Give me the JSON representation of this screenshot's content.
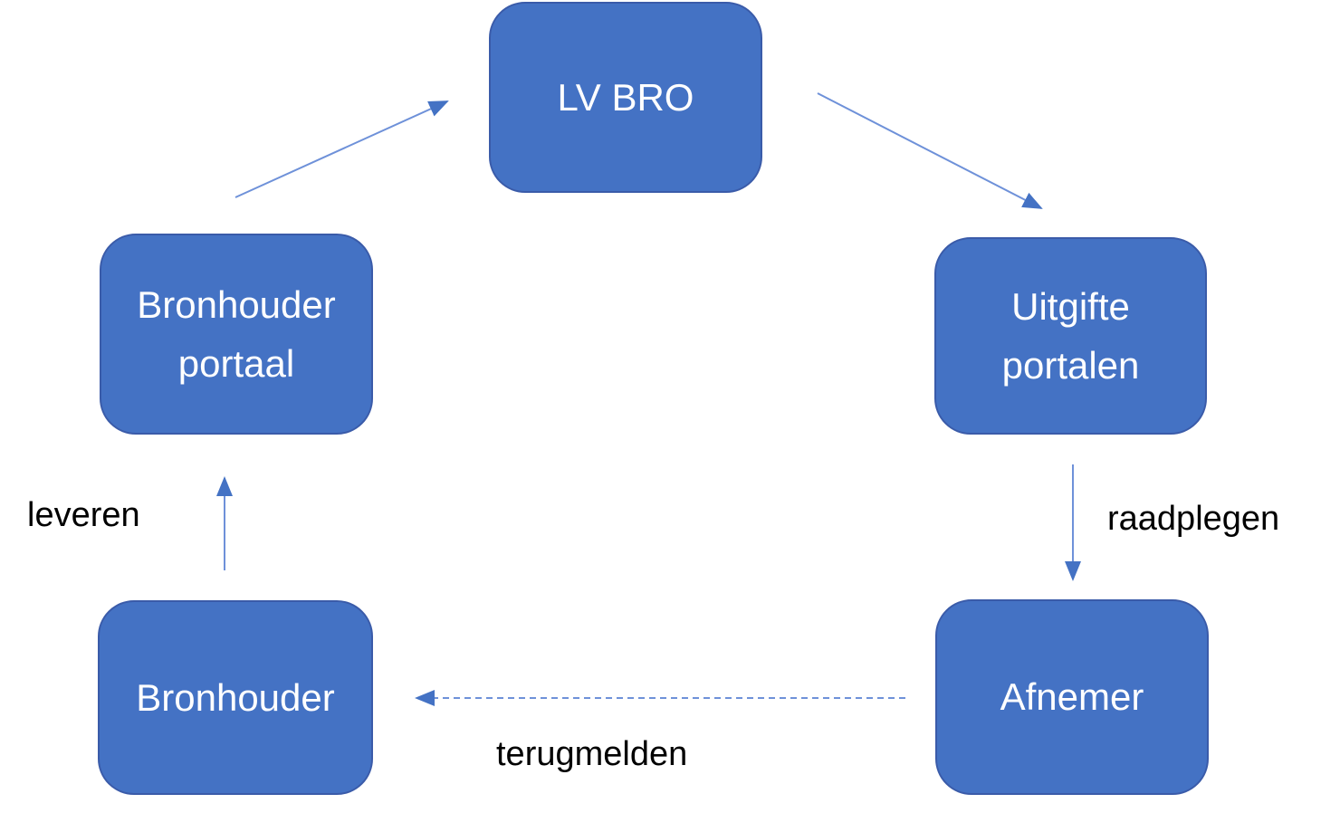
{
  "diagram": {
    "nodes": [
      {
        "id": "lv-bro",
        "label": "LV BRO"
      },
      {
        "id": "bronhouder-portaal",
        "label": "Bronhouder portaal"
      },
      {
        "id": "uitgifte-portalen",
        "label": "Uitgifte portalen"
      },
      {
        "id": "bronhouder",
        "label": "Bronhouder"
      },
      {
        "id": "afnemer",
        "label": "Afnemer"
      }
    ],
    "edges": [
      {
        "from": "bronhouder",
        "to": "bronhouder-portaal",
        "label": "leveren",
        "style": "solid",
        "direction": "up"
      },
      {
        "from": "bronhouder-portaal",
        "to": "lv-bro",
        "label": "",
        "style": "solid",
        "direction": "up-right"
      },
      {
        "from": "lv-bro",
        "to": "uitgifte-portalen",
        "label": "",
        "style": "solid",
        "direction": "down-right"
      },
      {
        "from": "uitgifte-portalen",
        "to": "afnemer",
        "label": "raadplegen",
        "style": "solid",
        "direction": "down"
      },
      {
        "from": "afnemer",
        "to": "bronhouder",
        "label": "terugmelden",
        "style": "dashed",
        "direction": "left"
      }
    ]
  },
  "colors": {
    "node-fill": "#4472C4",
    "node-border": "#3A5BA9",
    "node-text": "#FFFFFF",
    "arrow-line": "#6E91D9",
    "arrowhead": "#4472C4",
    "label-text": "#000000",
    "background": "#FFFFFF"
  }
}
